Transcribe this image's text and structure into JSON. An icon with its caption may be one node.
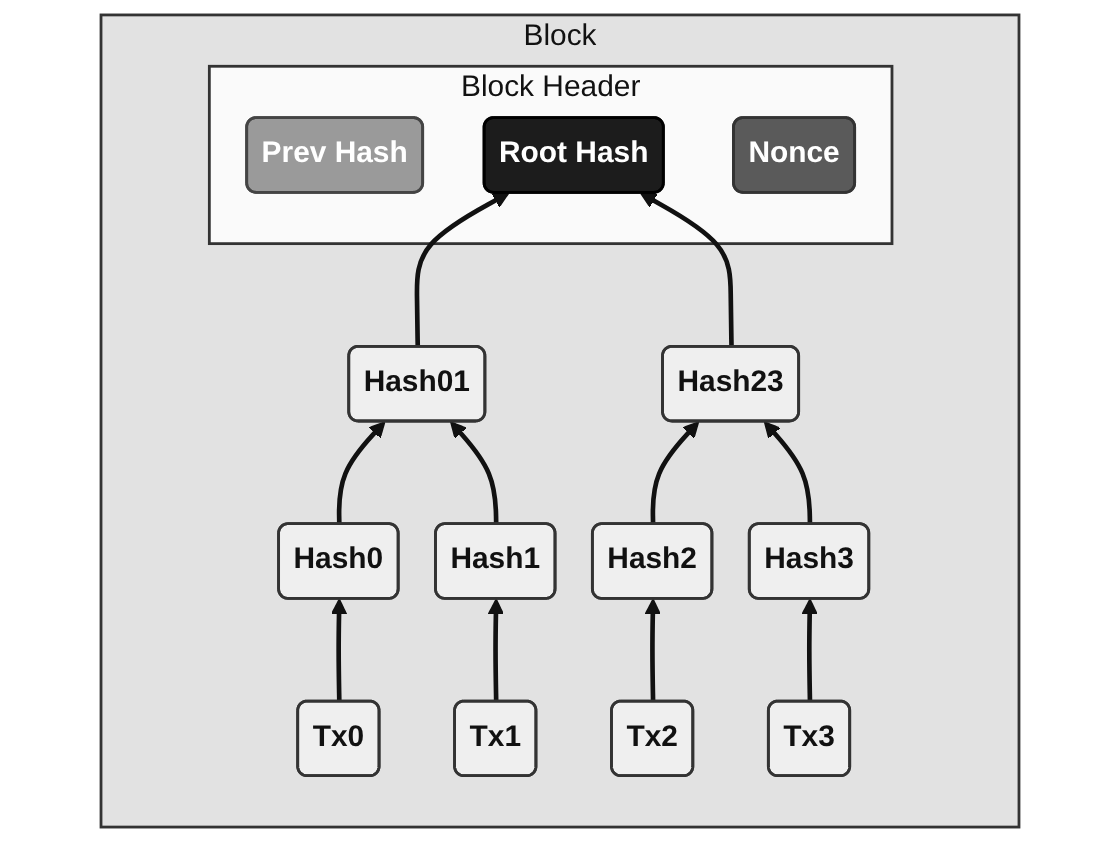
{
  "diagram": {
    "nodes": [
      {
        "text": [
          "Block"
        ]
      },
      {
        "text": [
          "Block Header"
        ],
        "in": 0
      },
      {
        "text": [
          "Prev Hash"
        ],
        "in": 1
      },
      {
        "text": [
          "Nonce"
        ],
        "in": 1
      },
      {
        "text": [
          "Root Hash"
        ],
        "in": 1
      },
      {
        "text": [
          "Hash01"
        ],
        "in": 0
      },
      {
        "text": [
          "Hash23"
        ],
        "in": 0
      },
      {
        "text": [
          "Hash0"
        ],
        "in": 0
      },
      {
        "text": [
          "Hash1"
        ],
        "in": 0
      },
      {
        "text": [
          "Hash2"
        ],
        "in": 0
      },
      {
        "text": [
          "Hash3"
        ],
        "in": 0
      },
      {
        "text": [
          "Tx0"
        ],
        "in": 0
      },
      {
        "text": [
          "Tx1"
        ],
        "in": 0
      },
      {
        "text": [
          "Tx2"
        ],
        "in": 0
      },
      {
        "text": [
          "Tx3"
        ],
        "in": 0
      }
    ],
    "edges": [
      {
        "from": 5,
        "to": 4,
        "arrow": "to"
      },
      {
        "from": 6,
        "to": 4,
        "arrow": "to"
      },
      {
        "from": 7,
        "to": 5,
        "arrow": "to"
      },
      {
        "from": 8,
        "to": 5,
        "arrow": "to"
      },
      {
        "from": 9,
        "to": 6,
        "arrow": "to"
      },
      {
        "from": 10,
        "to": 6,
        "arrow": "to"
      },
      {
        "from": 11,
        "to": 7,
        "arrow": "to"
      },
      {
        "from": 12,
        "to": 8,
        "arrow": "to"
      },
      {
        "from": 13,
        "to": 9,
        "arrow": "to"
      },
      {
        "from": 14,
        "to": 10,
        "arrow": "to"
      }
    ]
  }
}
